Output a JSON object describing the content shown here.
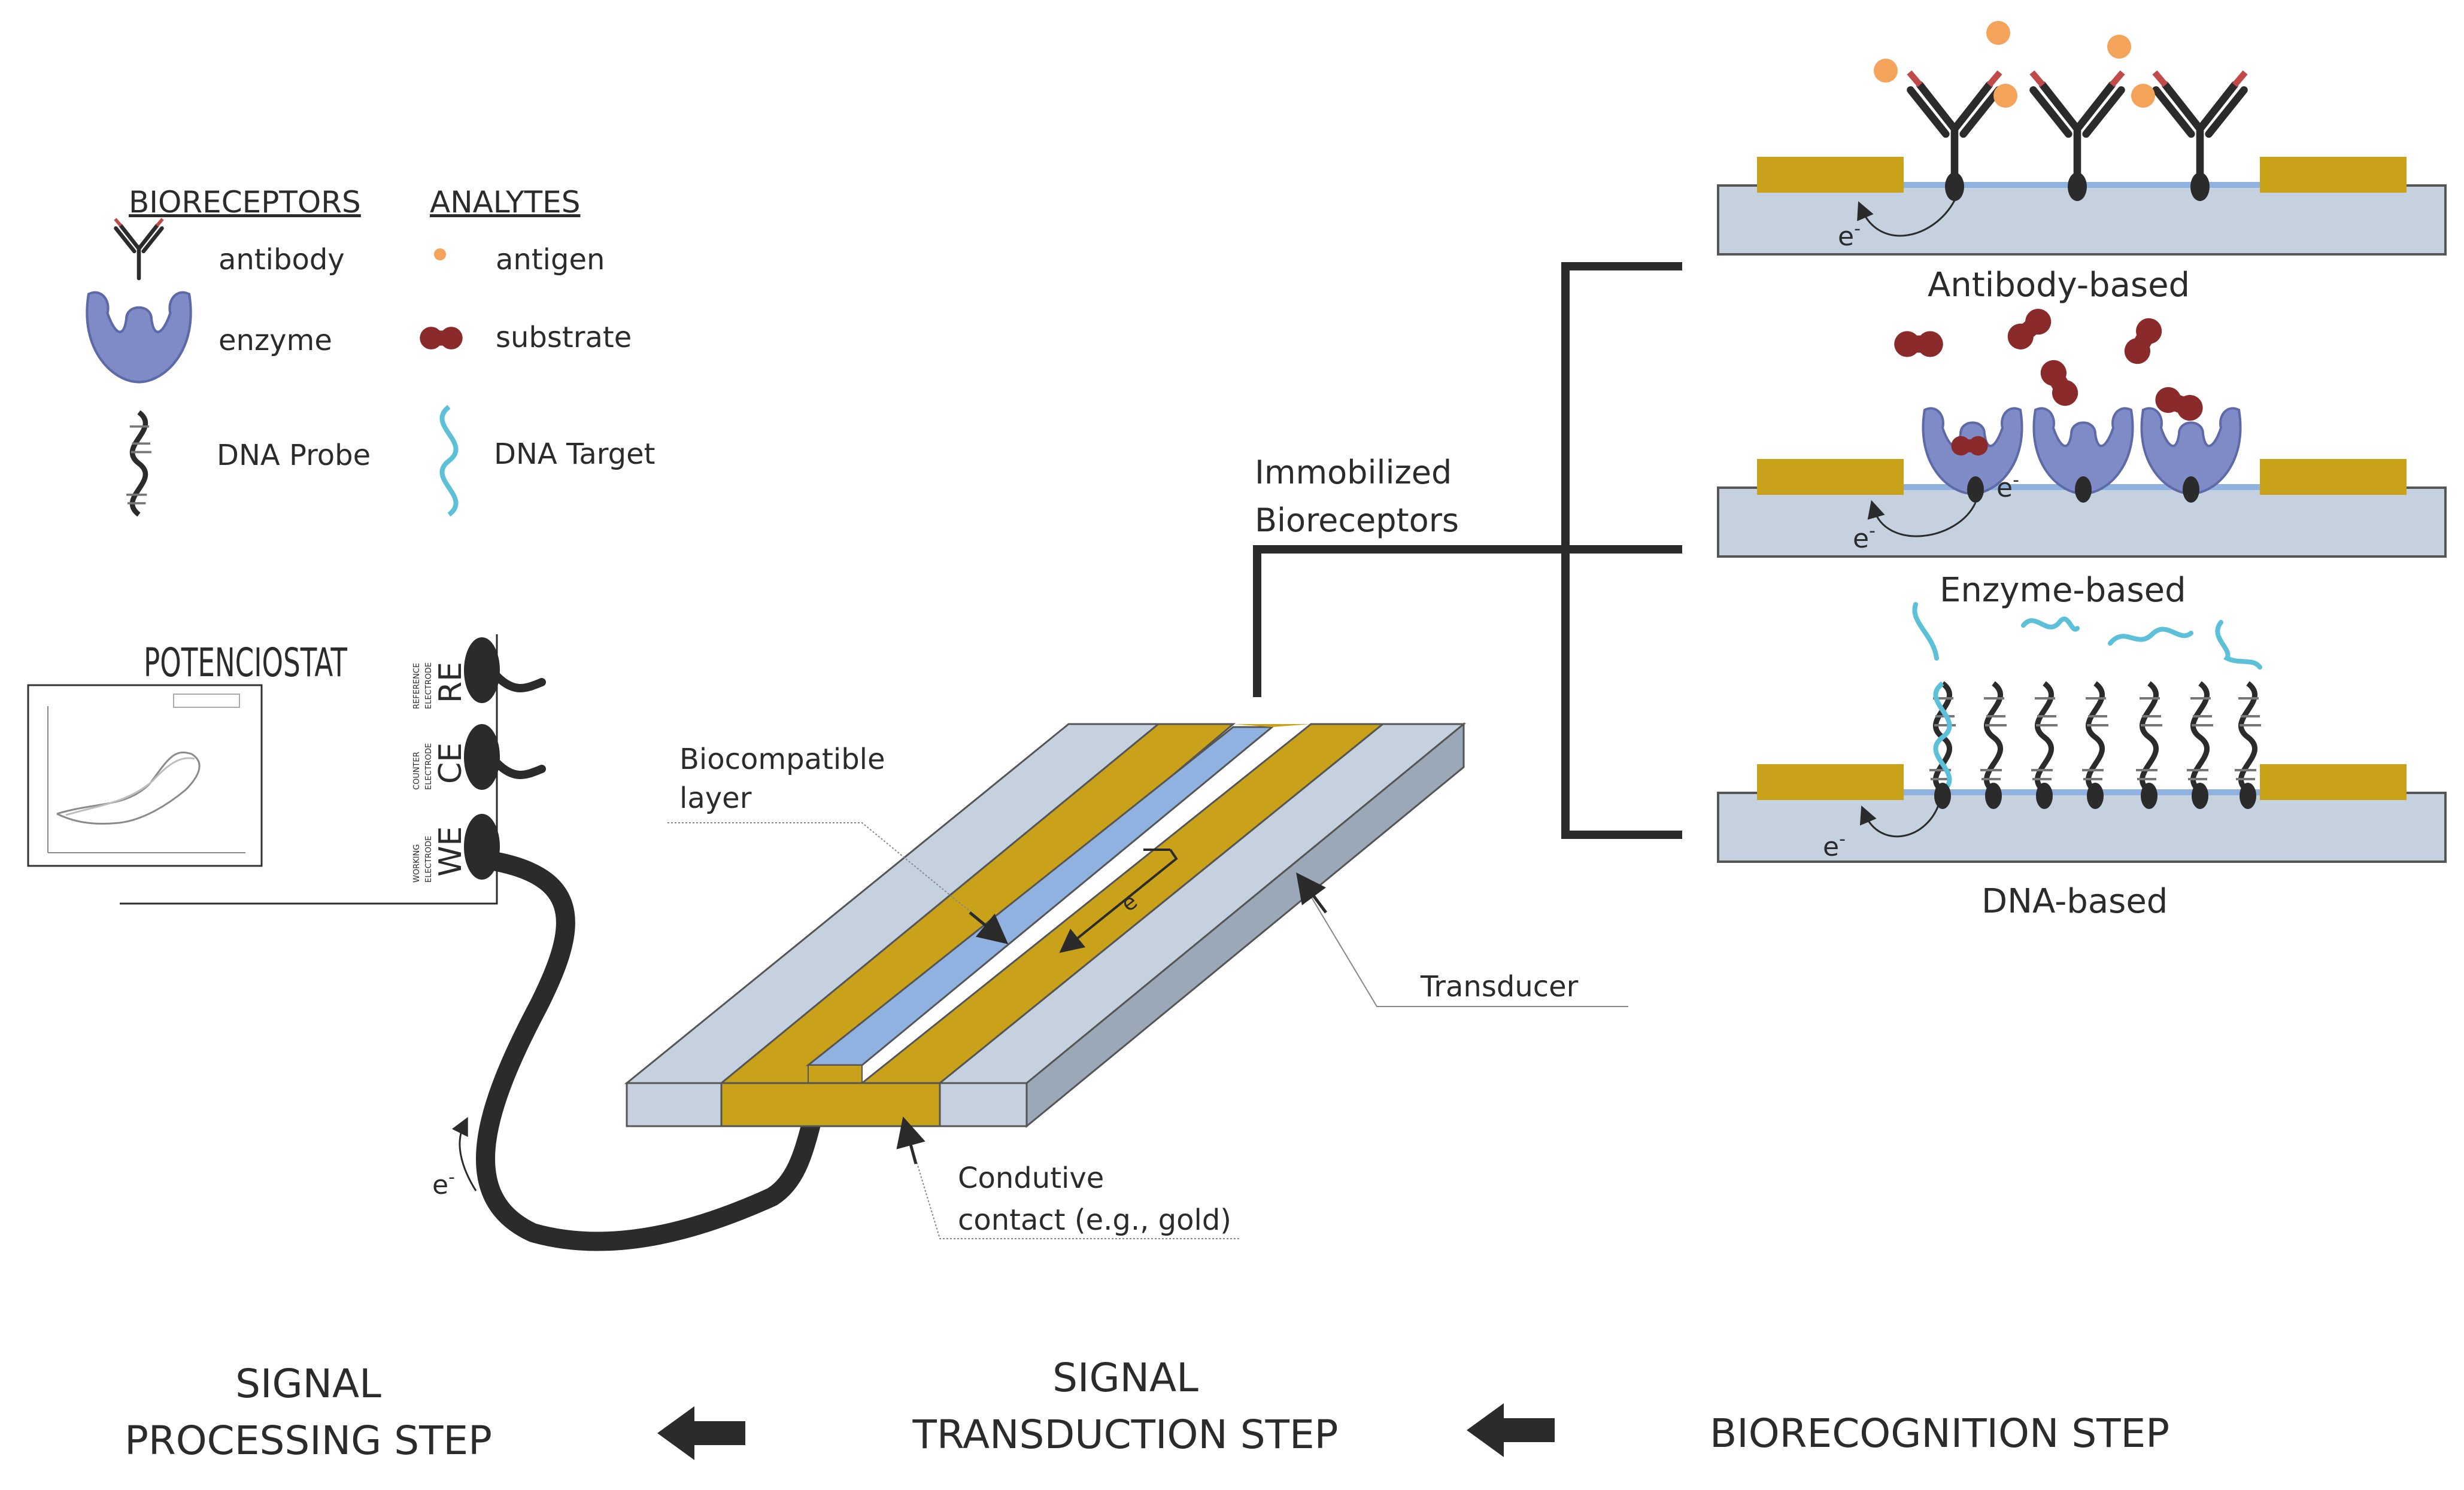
{
  "legend": {
    "bioreceptors_header": "BIORECEPTORS",
    "analytes_header": "ANALYTES",
    "antibody": "antibody",
    "enzyme": "enzyme",
    "dna_probe": "DNA Probe",
    "antigen": "antigen",
    "substrate": "substrate",
    "dna_target": "DNA Target"
  },
  "potentiostat": {
    "title": "POTENCIOSTAT",
    "re": "RE",
    "ce": "CE",
    "we": "WE",
    "re_small_1": "REFERENCE",
    "re_small_2": "ELECTRODE",
    "ce_small_1": "COUNTER",
    "ce_small_2": "ELECTRODE",
    "we_small_1": "WORKING",
    "we_small_2": "ELECTRODE"
  },
  "labels": {
    "immobilized_line1": "Immobilized",
    "immobilized_line2": "Bioreceptors",
    "biocompatible_line1": "Biocompatible",
    "biocompatible_line2": "layer",
    "transducer": "Transducer",
    "conductive_line1": "Condutive",
    "conductive_line2": "contact (e.g., gold)",
    "electron": "e",
    "electron_sup": "-"
  },
  "panels": {
    "antibody": "Antibody-based",
    "enzyme": "Enzyme-based",
    "dna": "DNA-based"
  },
  "steps": {
    "processing_line1": "SIGNAL",
    "processing_line2": "PROCESSING STEP",
    "transduction_line1": "SIGNAL",
    "transduction_line2": "TRANSDUCTION STEP",
    "biorecognition": "BIORECOGNITION STEP"
  },
  "colors": {
    "gold": "#c9a21a",
    "gold_dark": "#9c7c10",
    "substrate_base": "#c5d1df",
    "substrate_dark": "#9aa8b8",
    "blue_layer": "#8fb2e0",
    "enzyme": "#7f8bc7",
    "antigen": "#f3a35a",
    "substrate": "#8b2a2a",
    "dna_target": "#5bc0d8",
    "ink": "#2b2b2b"
  }
}
